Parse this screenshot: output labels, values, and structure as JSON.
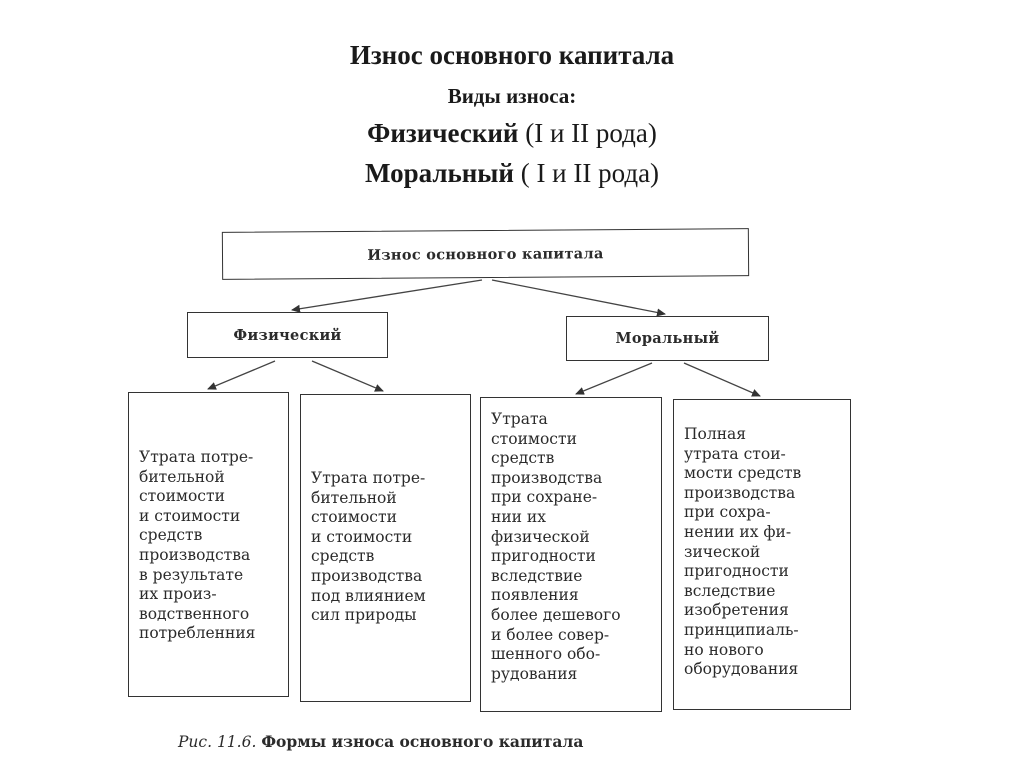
{
  "slide": {
    "title": "Износ  основного капитала",
    "subtitle": "Виды износа:",
    "line3": {
      "bold": "Физический",
      "rest": " (I   и   II  рода)"
    },
    "line4": {
      "bold": "Моральный",
      "rest": "  (  I  и  II  рода)"
    }
  },
  "diagram": {
    "root": "Износ основного капитала",
    "physical": "Физический",
    "moral": "Моральный",
    "leaves": [
      [
        "Утрата потре-",
        "бительной",
        "стоимости",
        "и стоимости",
        "средств",
        "производства",
        "в результате",
        "их произ-",
        "водственного",
        "потребленния"
      ],
      [
        "Утрата потре-",
        "бительной",
        "стоимости",
        "и стоимости",
        "средств",
        "производства",
        "под влиянием",
        "сил природы"
      ],
      [
        "Утрата",
        "стоимости",
        "средств",
        "производства",
        "при сохране-",
        "нии их",
        "физической",
        "пригодности",
        "вследствие",
        "появления",
        "более дешевого",
        "и более совер-",
        "шенного обо-",
        "рудования"
      ],
      [
        "Полная",
        "утрата стои-",
        "мости средств",
        "производства",
        "при сохра-",
        "нении их фи-",
        "зической",
        "пригодности",
        "вследствие",
        "изобретения",
        "принципиаль-",
        "но нового",
        "оборудования"
      ]
    ]
  },
  "caption": {
    "ref": "Рис. 11.6.",
    "title": "Формы износа основного капитала"
  }
}
